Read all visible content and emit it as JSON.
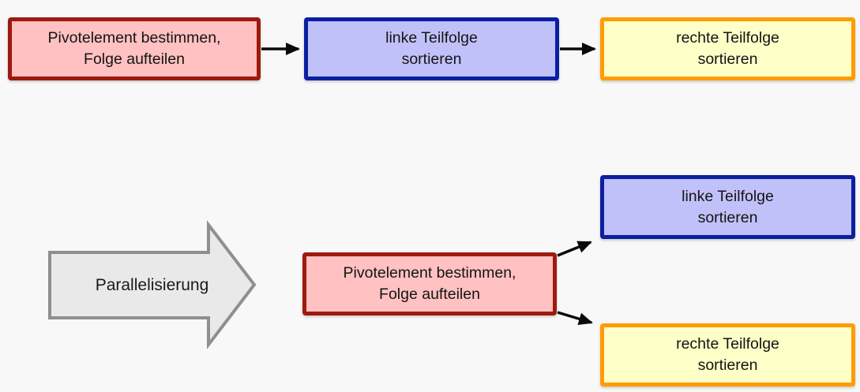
{
  "colors": {
    "background": "#f8f8f8",
    "pivot_fill": "#ffc1c1",
    "pivot_border": "#9e1a0e",
    "left_fill": "#c1c1fa",
    "left_border": "#0a20a0",
    "right_fill": "#ffffc8",
    "right_border": "#ff9c00",
    "parallel_arrow_fill": "#e9e9e9",
    "parallel_arrow_border": "#8f8f8f",
    "connector": "#000000"
  },
  "sequential_flow": {
    "boxes": [
      {
        "name": "pivot",
        "line1": "Pivotelement bestimmen,",
        "line2": "Folge aufteilen"
      },
      {
        "name": "left-subsequence",
        "line1": "linke Teilfolge",
        "line2": "sortieren"
      },
      {
        "name": "right-subsequence",
        "line1": "rechte Teilfolge",
        "line2": "sortieren"
      }
    ]
  },
  "parallel_flow": {
    "transform_label": "Parallelisierung",
    "boxes": [
      {
        "name": "pivot",
        "line1": "Pivotelement bestimmen,",
        "line2": "Folge aufteilen"
      },
      {
        "name": "left-subsequence",
        "line1": "linke Teilfolge",
        "line2": "sortieren"
      },
      {
        "name": "right-subsequence",
        "line1": "rechte Teilfolge",
        "line2": "sortieren"
      }
    ]
  }
}
